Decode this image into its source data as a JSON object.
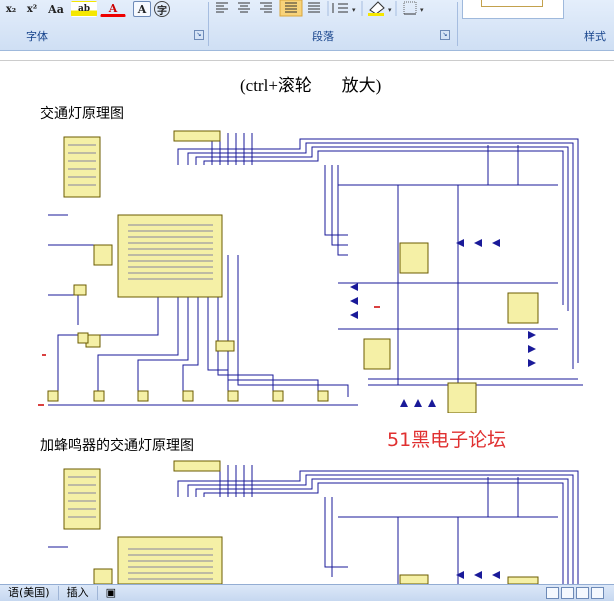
{
  "ribbon": {
    "font_group": {
      "label": "字体",
      "buttons": [
        "x₂",
        "x²",
        "Aa",
        "ab",
        "A",
        "A",
        "字"
      ]
    },
    "paragraph_group": {
      "label": "段落"
    },
    "styles_group": {
      "label": "样式"
    }
  },
  "document": {
    "zoom_note": "(ctrl+滚轮       放大)",
    "heading1": "交通灯原理图",
    "heading2": "加蜂鸣器的交通灯原理图",
    "forum_watermark": "51黑电子论坛"
  },
  "statusbar": {
    "language": "语(美国)",
    "insert_mode": "插入"
  },
  "colors": {
    "ribbon_bg": "#dbe7f8",
    "schematic_line": "#1a1a99",
    "chip_fill": "#f5f0a6",
    "forum_red": "#e03030"
  }
}
